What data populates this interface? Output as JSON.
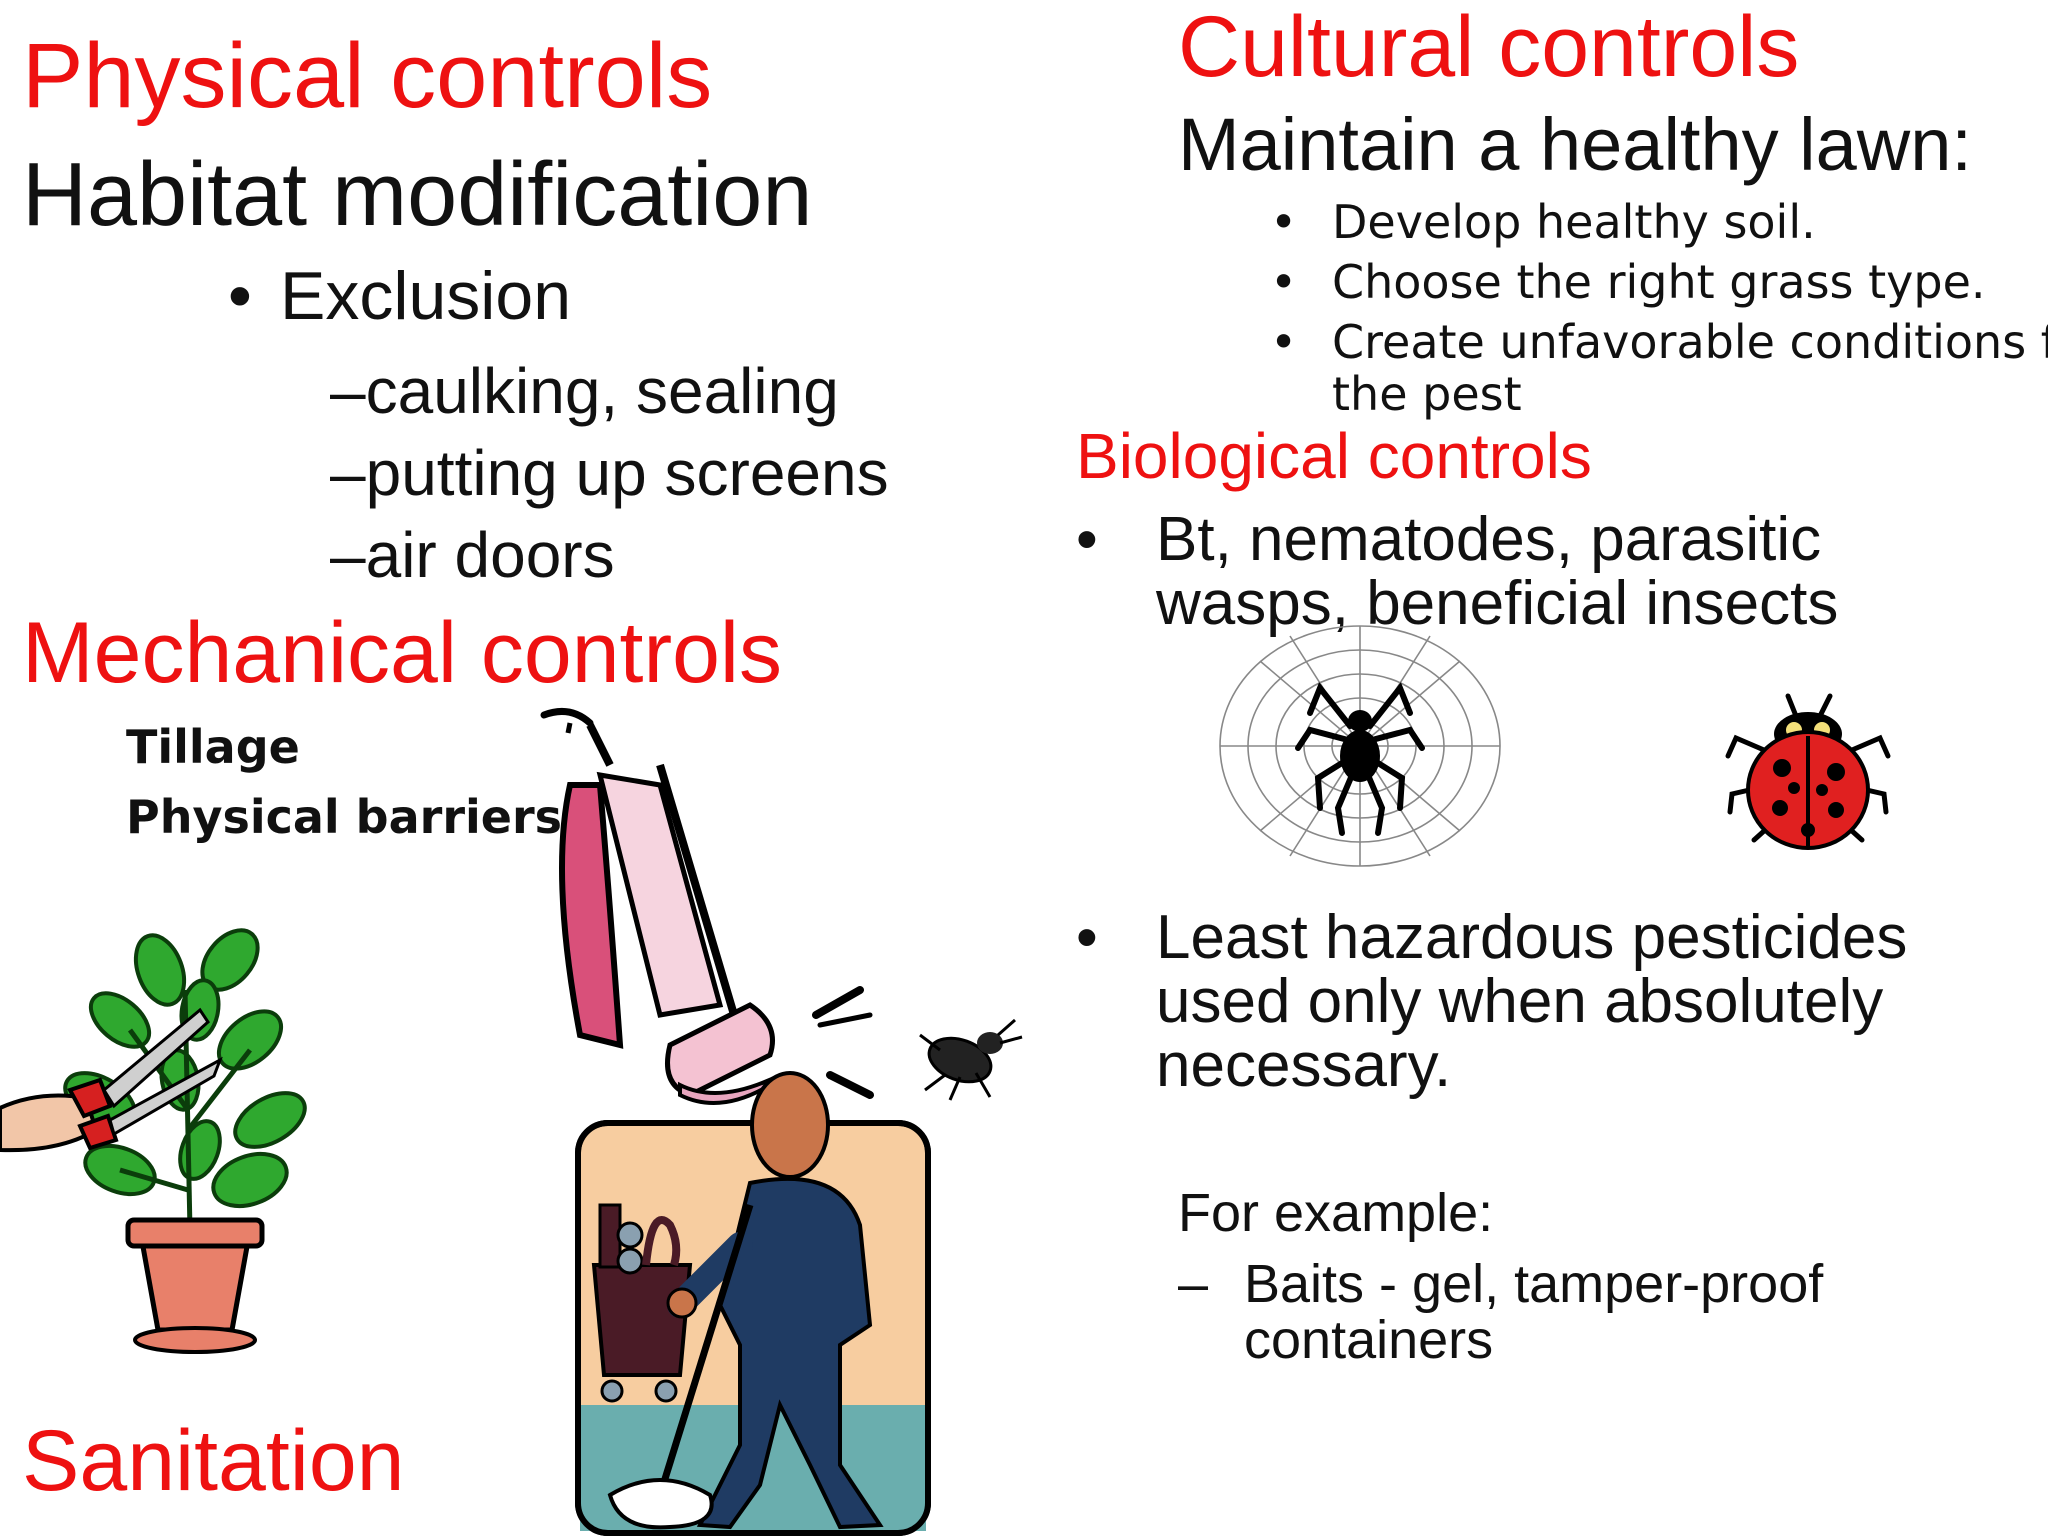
{
  "physical": {
    "title": "Physical controls",
    "subtitle": "Habitat modification",
    "bullet": "Exclusion",
    "bullet_mark": "•",
    "dash_mark": "–",
    "sub_items": [
      "caulking, sealing",
      "putting up screens",
      "air doors"
    ]
  },
  "mechanical": {
    "title": "Mechanical controls",
    "items": [
      "Tillage",
      "Physical barriers"
    ]
  },
  "sanitation": {
    "title": "Sanitation"
  },
  "cultural": {
    "title": "Cultural controls",
    "subtitle": "Maintain a healthy lawn:",
    "items": [
      "Develop healthy soil.",
      "Choose the right grass type.",
      "Create unfavorable conditions for"
    ],
    "item_continuation": "the pest"
  },
  "biological": {
    "title": "Biological controls",
    "bullet_mark": "•",
    "line1": "Bt, nematodes, parasitic",
    "line2": "wasps, beneficial insects"
  },
  "hazard": {
    "bullet_mark": "•",
    "line1": "Least hazardous pesticides",
    "line2": "used only when absolutely",
    "line3": "necessary."
  },
  "example": {
    "heading": "For example:",
    "dash_mark": "–",
    "line1": "Baits - gel, tamper-proof",
    "line2": "containers"
  },
  "colors": {
    "heading_red": "#ee1111",
    "text": "#111111",
    "ladybug_red": "#e02020",
    "plant_green": "#2fa82f",
    "pot": "#e8806a",
    "vacuum_pink": "#d9507a",
    "janitor_blue": "#1f3b63",
    "janitor_bg": "#f7cda0",
    "floor_teal": "#6aaeae"
  }
}
